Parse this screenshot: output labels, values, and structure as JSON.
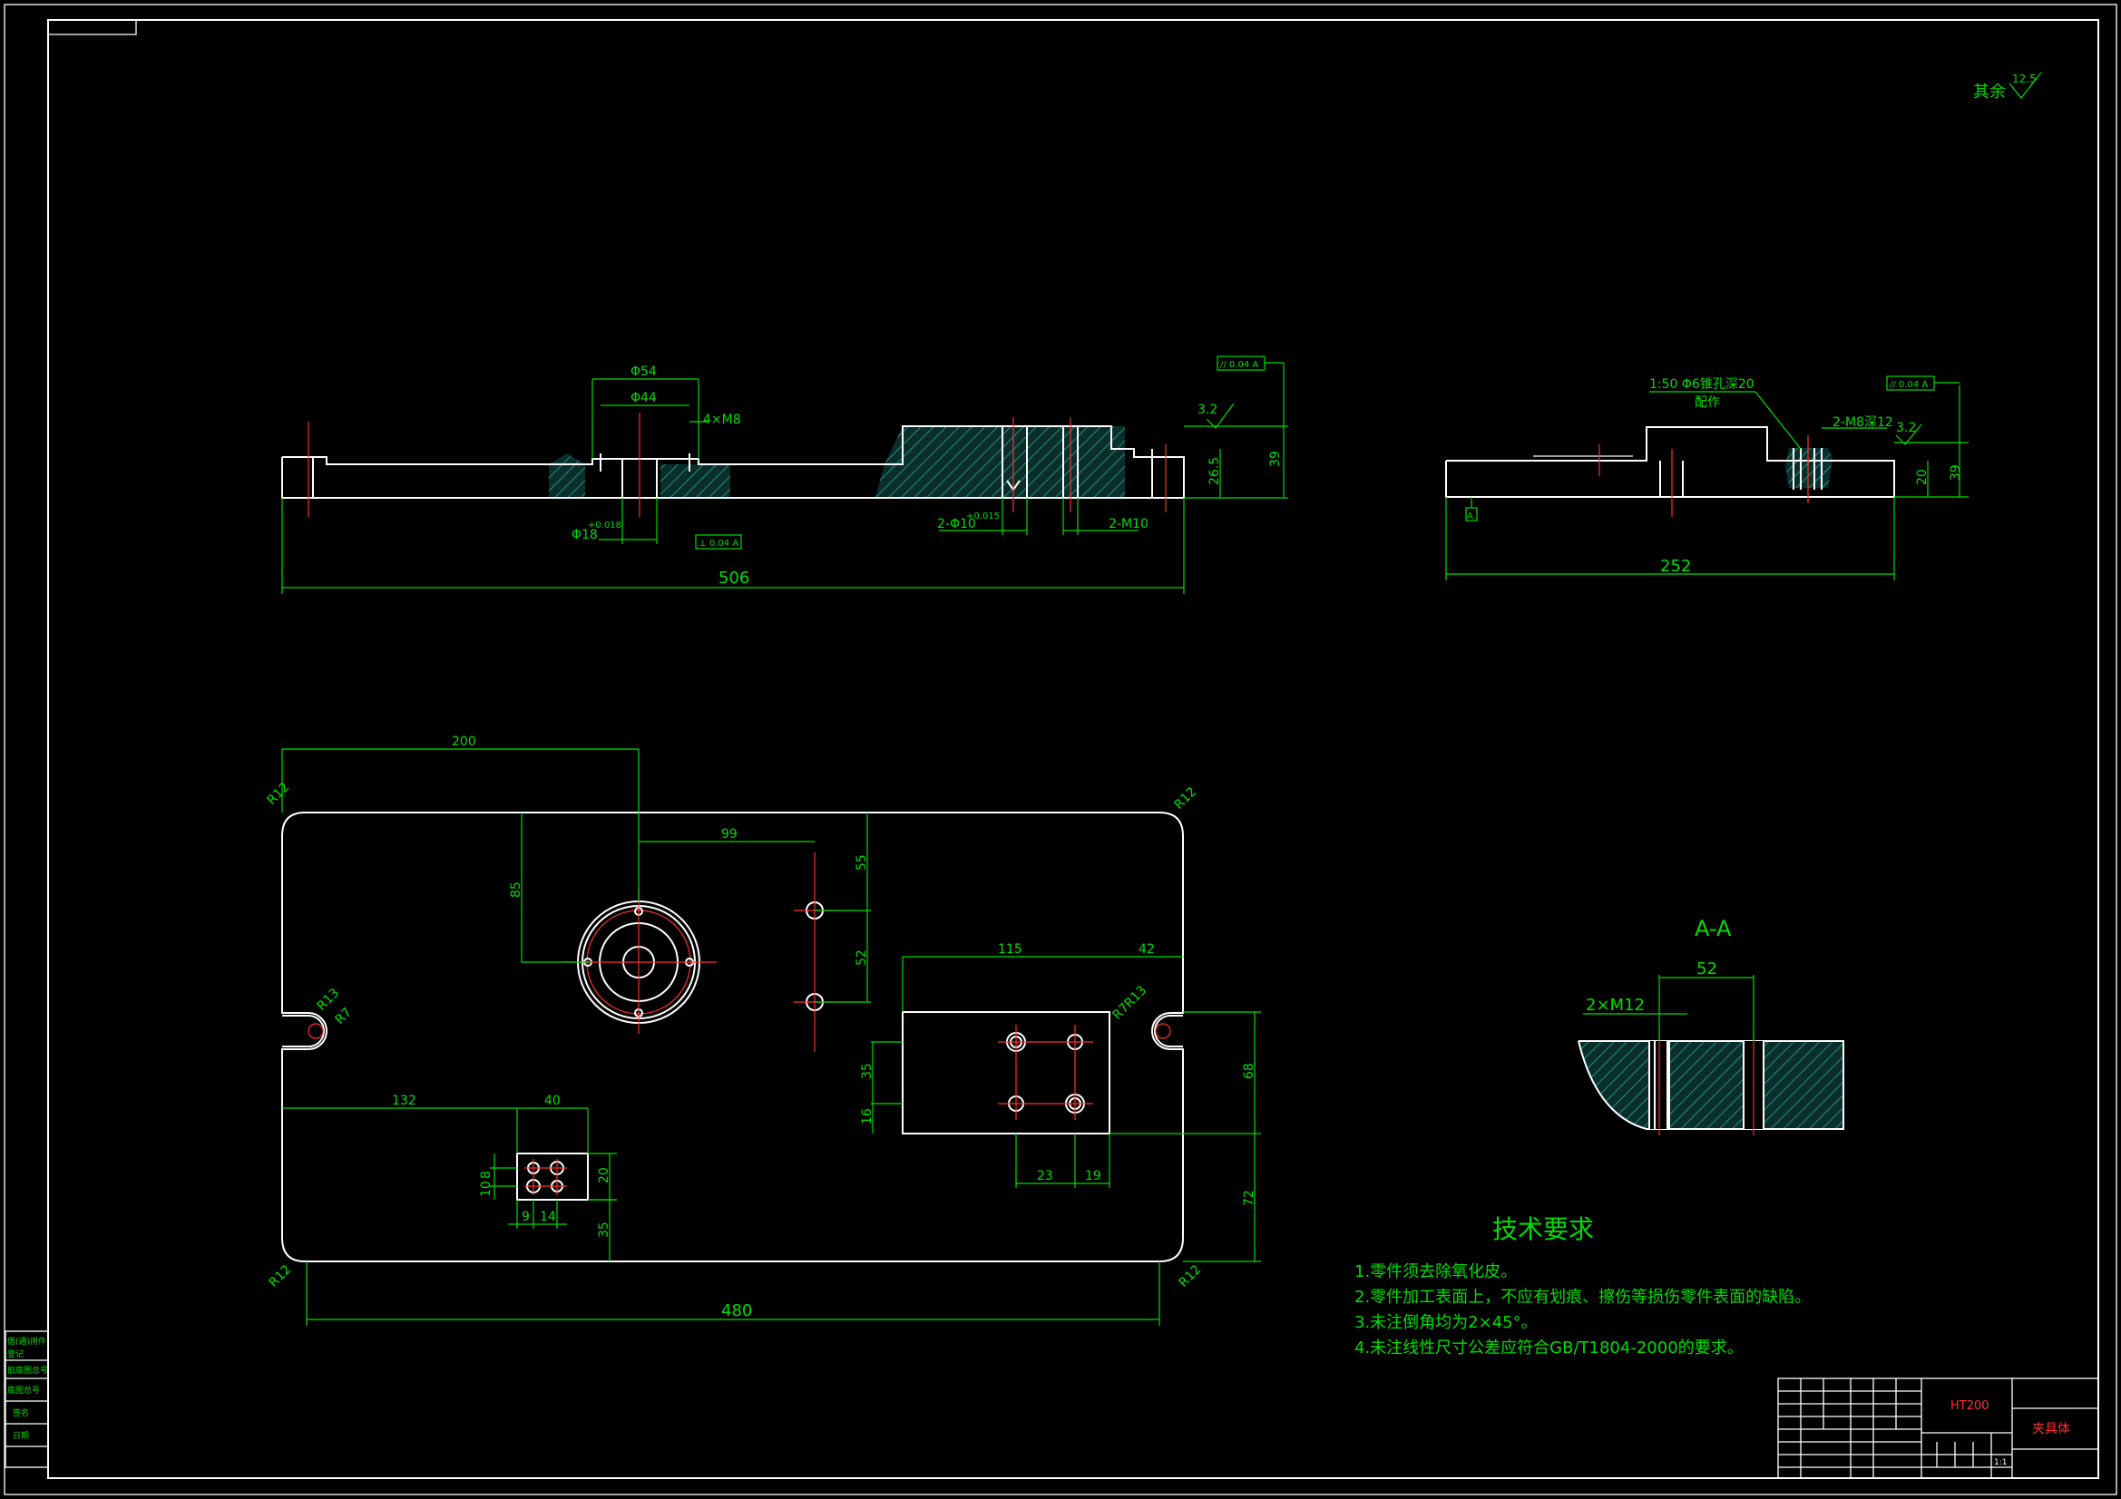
{
  "surface_finish": {
    "label": "其余",
    "value": "12.5"
  },
  "front_view": {
    "dim_overall": "506",
    "dim_phi54": "Φ54",
    "dim_phi44": "Φ44",
    "dim_holes": "4×M8",
    "dim_bore": "Φ18",
    "dim_bore_tol": "+0.018",
    "dim_pin": "2-Φ10",
    "dim_pin_tol": "+0.015",
    "dim_h10": "2-M10",
    "dim_height": "39",
    "dim_height2": "26.5",
    "roughness": "3.2",
    "tol_frame1": "// 0.04 A",
    "tol_frame2": "⊥ 0.04 A"
  },
  "side_view": {
    "note_taper": "1:50 Φ6锥孔深20",
    "note_fit": "配作",
    "dim_thread": "2-M8深12",
    "dim_width": "252",
    "dim_h1": "39",
    "dim_h2": "20",
    "roughness": "3.2",
    "datum": "A",
    "tol_frame": "// 0.04 A"
  },
  "top_view": {
    "dim_200": "200",
    "dim_99": "99",
    "dim_85": "85",
    "dim_55": "55",
    "dim_52": "52",
    "dim_115": "115",
    "dim_42": "42",
    "dim_35": "35",
    "dim_16": "16",
    "dim_68": "68",
    "dim_72": "72",
    "dim_23": "23",
    "dim_19": "19",
    "dim_132": "132",
    "dim_40": "40",
    "dim_8": "8",
    "dim_10": "10",
    "dim_20": "20",
    "dim_9": "9",
    "dim_14": "14",
    "dim_35b": "35",
    "dim_480": "480",
    "r12_tl": "R12",
    "r12_tr": "R12",
    "r12_bl": "R12",
    "r12_br": "R12",
    "r13_l": "R13",
    "r7_l": "R7",
    "r13_r": "R13",
    "r7_r": "R7"
  },
  "section": {
    "title": "A-A",
    "dim_52": "52",
    "dim_thread": "2×M12"
  },
  "tech_req": {
    "title": "技术要求",
    "items": [
      "1.零件须去除氧化皮。",
      "2.零件加工表面上，不应有划痕、擦伤等损伤零件表面的缺陷。",
      "3.未注倒角均为2×45°。",
      "4.未注线性尺寸公差应符合GB/T1804-2000的要求。"
    ]
  },
  "title_block": {
    "material": "HT200",
    "part_name": "夹具体",
    "scale": "1:1"
  },
  "side_table": [
    "借(通)用件",
    "登记",
    "旧底图总号",
    "底图总号",
    "签名",
    "日期"
  ]
}
